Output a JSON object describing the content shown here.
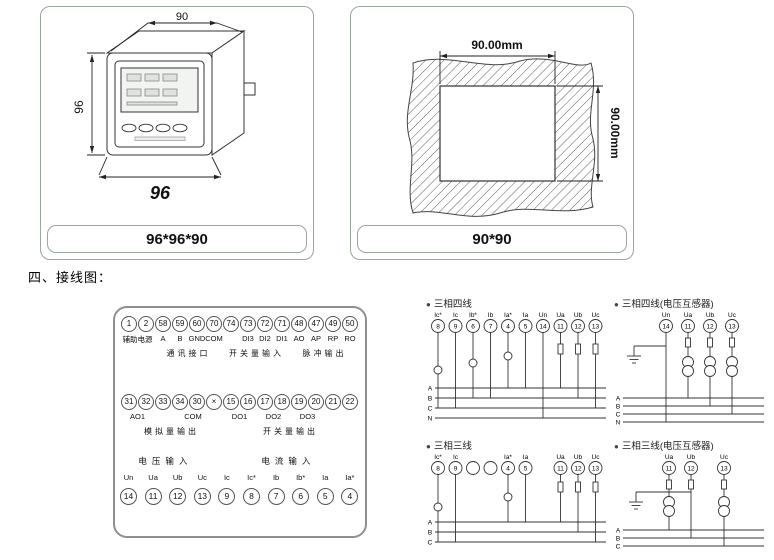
{
  "panels": {
    "device": {
      "caption": "96*96*90",
      "dim_depth": "90",
      "dim_height": "96",
      "dim_width": "96"
    },
    "cutout": {
      "caption": "90*90",
      "dim_width": "90.00mm",
      "dim_height": "90.00mm"
    }
  },
  "section": {
    "heading": "四、接线图："
  },
  "terminal_box": {
    "row1": {
      "circles": [
        "1",
        "2",
        "58",
        "59",
        "60",
        "70",
        "74",
        "73",
        "72",
        "71",
        "48",
        "47",
        "49",
        "50"
      ],
      "labels": [
        "辅助电源",
        "A",
        "B",
        "GND",
        "COM",
        "DI3",
        "DI2",
        "DI1",
        "AO",
        "AP",
        "RP",
        "RO"
      ],
      "groups": [
        "通讯接口",
        "开关量输入",
        "脉冲输出"
      ]
    },
    "row2": {
      "circles": [
        "31",
        "32",
        "33",
        "34",
        "30",
        "×",
        "15",
        "16",
        "17",
        "18",
        "19",
        "20",
        "21",
        "22"
      ],
      "labels": [
        "AO1",
        "COM",
        "DO1",
        "DO2",
        "DO3"
      ],
      "groups": [
        "模拟量输出",
        "开关量输出"
      ]
    },
    "row3": {
      "headers": [
        "电压输入",
        "电流输入"
      ],
      "labels": [
        "Un",
        "Ua",
        "Ub",
        "Uc",
        "Ic",
        "Ic*",
        "Ib",
        "Ib*",
        "Ia",
        "Ia*"
      ],
      "circles": [
        "14",
        "11",
        "12",
        "13",
        "9",
        "8",
        "7",
        "6",
        "5",
        "4"
      ]
    }
  },
  "diagrams": {
    "bullet_icon": "●",
    "d1": {
      "title": "三相四线",
      "labels": [
        "Ic*",
        "Ic",
        "Ib*",
        "Ib",
        "Ia*",
        "Ia",
        "Un",
        "Ua",
        "Ub",
        "Uc"
      ],
      "numbers": [
        "8",
        "9",
        "6",
        "7",
        "4",
        "5",
        "14",
        "11",
        "12",
        "13"
      ],
      "buses": [
        "A",
        "B",
        "C",
        "N"
      ]
    },
    "d2": {
      "title": "三相四线(电压互感器)",
      "labels": [
        "Un",
        "Ua",
        "Ub",
        "Uc"
      ],
      "numbers": [
        "14",
        "11",
        "12",
        "13"
      ],
      "buses": [
        "A",
        "B",
        "C",
        "N"
      ]
    },
    "d3": {
      "title": "三相三线",
      "labels": [
        "Ic*",
        "Ic",
        "Ia*",
        "Ia",
        "Ua",
        "Ub",
        "Uc"
      ],
      "numbers": [
        "8",
        "9",
        "4",
        "5",
        "11",
        "12",
        "13"
      ],
      "buses": [
        "A",
        "B",
        "C"
      ]
    },
    "d4": {
      "title": "三相三线(电压互感器)",
      "labels": [
        "Ua",
        "Ub",
        "Uc"
      ],
      "numbers": [
        "11",
        "12",
        "13"
      ],
      "buses": [
        "A",
        "B",
        "C"
      ]
    }
  }
}
